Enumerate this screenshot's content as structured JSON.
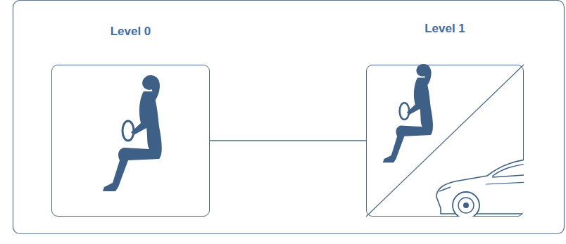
{
  "diagram": {
    "nodes": [
      {
        "text": [
          "Level 0"
        ]
      },
      {
        "text": [
          "Level 1"
        ]
      }
    ],
    "edges": [
      {
        "from": 0,
        "to": 1,
        "arrow": "none"
      }
    ]
  }
}
